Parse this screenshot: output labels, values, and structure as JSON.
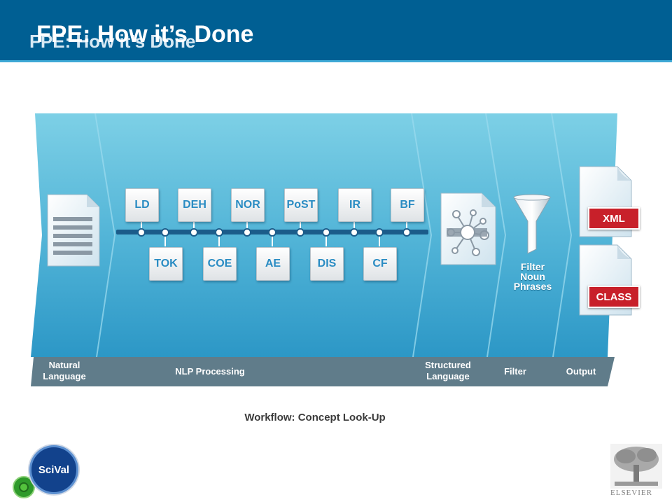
{
  "slide": {
    "title": "FPE: How it’s Done",
    "caption": "Workflow: Concept Look-Up"
  },
  "stages": [
    {
      "id": "natural",
      "label_line1": "Natural",
      "label_line2": "Language"
    },
    {
      "id": "nlp",
      "label_line1": "NLP Processing",
      "label_line2": ""
    },
    {
      "id": "structured",
      "label_line1": "Structured",
      "label_line2": "Language"
    },
    {
      "id": "filter",
      "label_line1": "Filter",
      "label_line2": ""
    },
    {
      "id": "output",
      "label_line1": "Output",
      "label_line2": ""
    }
  ],
  "nlp_steps_top": [
    "LD",
    "DEH",
    "NOR",
    "PoST",
    "IR",
    "BF"
  ],
  "nlp_steps_bottom": [
    "TOK",
    "COE",
    "AE",
    "DIS",
    "CF"
  ],
  "filter": {
    "line1": "Filter",
    "line2": "Noun",
    "line3": "Phrases"
  },
  "outputs": [
    "XML",
    "CLASS"
  ],
  "logos": {
    "scival": "SciVal",
    "publisher": "ELSEVIER"
  },
  "colors": {
    "header": "#005f93",
    "panel": "#4fb4d6",
    "label_band": "#607c8a",
    "step_text": "#2a8cc3",
    "output_badge": "#c8202a"
  }
}
